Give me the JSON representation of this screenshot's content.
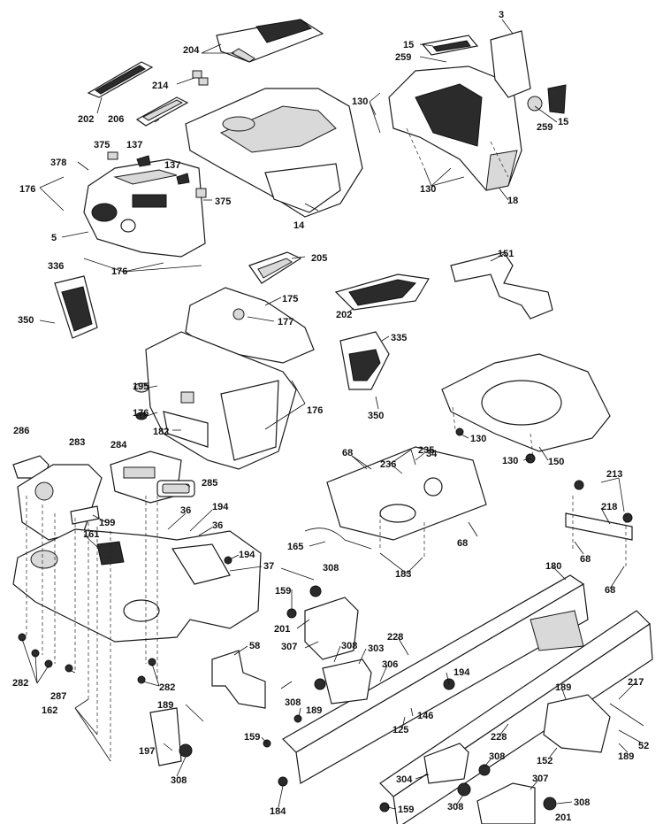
{
  "callouts": [
    {
      "id": "c204a",
      "text": "204"
    },
    {
      "id": "c214",
      "text": "214"
    },
    {
      "id": "c202a",
      "text": "202"
    },
    {
      "id": "c206",
      "text": "206"
    },
    {
      "id": "c375a",
      "text": "375"
    },
    {
      "id": "c137a",
      "text": "137"
    },
    {
      "id": "c137b",
      "text": "137"
    },
    {
      "id": "c378",
      "text": "378"
    },
    {
      "id": "c176a",
      "text": "176"
    },
    {
      "id": "c375b",
      "text": "375"
    },
    {
      "id": "c5",
      "text": "5"
    },
    {
      "id": "c14",
      "text": "14"
    },
    {
      "id": "c3",
      "text": "3"
    },
    {
      "id": "c15a",
      "text": "15"
    },
    {
      "id": "c259a",
      "text": "259"
    },
    {
      "id": "c130a",
      "text": "130"
    },
    {
      "id": "c259b",
      "text": "259"
    },
    {
      "id": "c15b",
      "text": "15"
    },
    {
      "id": "c130b",
      "text": "130"
    },
    {
      "id": "c18",
      "text": "18"
    },
    {
      "id": "c336",
      "text": "336"
    },
    {
      "id": "c176b",
      "text": "176"
    },
    {
      "id": "c205",
      "text": "205"
    },
    {
      "id": "c151",
      "text": "151"
    },
    {
      "id": "c350a",
      "text": "350"
    },
    {
      "id": "c175",
      "text": "175"
    },
    {
      "id": "c177",
      "text": "177"
    },
    {
      "id": "c202b",
      "text": "202"
    },
    {
      "id": "c335",
      "text": "335"
    },
    {
      "id": "c195",
      "text": "195"
    },
    {
      "id": "c176c",
      "text": "176"
    },
    {
      "id": "c176d",
      "text": "176"
    },
    {
      "id": "c350b",
      "text": "350"
    },
    {
      "id": "c182",
      "text": "182"
    },
    {
      "id": "c130c",
      "text": "130"
    },
    {
      "id": "c130d",
      "text": "130"
    },
    {
      "id": "c150",
      "text": "150"
    },
    {
      "id": "c286",
      "text": "286"
    },
    {
      "id": "c283",
      "text": "283"
    },
    {
      "id": "c284",
      "text": "284"
    },
    {
      "id": "c68a",
      "text": "68"
    },
    {
      "id": "c235",
      "text": "235"
    },
    {
      "id": "c236",
      "text": "236"
    },
    {
      "id": "c34",
      "text": "34"
    },
    {
      "id": "c285",
      "text": "285"
    },
    {
      "id": "c213",
      "text": "213"
    },
    {
      "id": "c199",
      "text": "199"
    },
    {
      "id": "c36a",
      "text": "36"
    },
    {
      "id": "c194a",
      "text": "194"
    },
    {
      "id": "c36b",
      "text": "36"
    },
    {
      "id": "c218",
      "text": "218"
    },
    {
      "id": "c68b",
      "text": "68"
    },
    {
      "id": "c161",
      "text": "161"
    },
    {
      "id": "c165",
      "text": "165"
    },
    {
      "id": "c194b",
      "text": "194"
    },
    {
      "id": "c68c",
      "text": "68"
    },
    {
      "id": "c37",
      "text": "37"
    },
    {
      "id": "c183",
      "text": "183"
    },
    {
      "id": "c308a",
      "text": "308"
    },
    {
      "id": "c68d",
      "text": "68"
    },
    {
      "id": "c180",
      "text": "180"
    },
    {
      "id": "c159a",
      "text": "159"
    },
    {
      "id": "c201a",
      "text": "201"
    },
    {
      "id": "c307a",
      "text": "307"
    },
    {
      "id": "c308b",
      "text": "308"
    },
    {
      "id": "c228a",
      "text": "228"
    },
    {
      "id": "c58",
      "text": "58"
    },
    {
      "id": "c303",
      "text": "303"
    },
    {
      "id": "c306",
      "text": "306"
    },
    {
      "id": "c282a",
      "text": "282"
    },
    {
      "id": "c287",
      "text": "287"
    },
    {
      "id": "c282b",
      "text": "282"
    },
    {
      "id": "c194c",
      "text": "194"
    },
    {
      "id": "c162",
      "text": "162"
    },
    {
      "id": "c189a",
      "text": "189"
    },
    {
      "id": "c217",
      "text": "217"
    },
    {
      "id": "c308c",
      "text": "308"
    },
    {
      "id": "c189b",
      "text": "189"
    },
    {
      "id": "c146",
      "text": "146"
    },
    {
      "id": "c125",
      "text": "125"
    },
    {
      "id": "c228b",
      "text": "228"
    },
    {
      "id": "c52",
      "text": "52"
    },
    {
      "id": "c189c",
      "text": "189"
    },
    {
      "id": "c189d",
      "text": "189"
    },
    {
      "id": "c152",
      "text": "152"
    },
    {
      "id": "c197",
      "text": "197"
    },
    {
      "id": "c159b",
      "text": "159"
    },
    {
      "id": "c308d",
      "text": "308"
    },
    {
      "id": "c308e",
      "text": "308"
    },
    {
      "id": "c304",
      "text": "304"
    },
    {
      "id": "c307b",
      "text": "307"
    },
    {
      "id": "c308f",
      "text": "308"
    },
    {
      "id": "c308g",
      "text": "308"
    },
    {
      "id": "c184",
      "text": "184"
    },
    {
      "id": "c159c",
      "text": "159"
    },
    {
      "id": "c201b",
      "text": "201"
    }
  ]
}
